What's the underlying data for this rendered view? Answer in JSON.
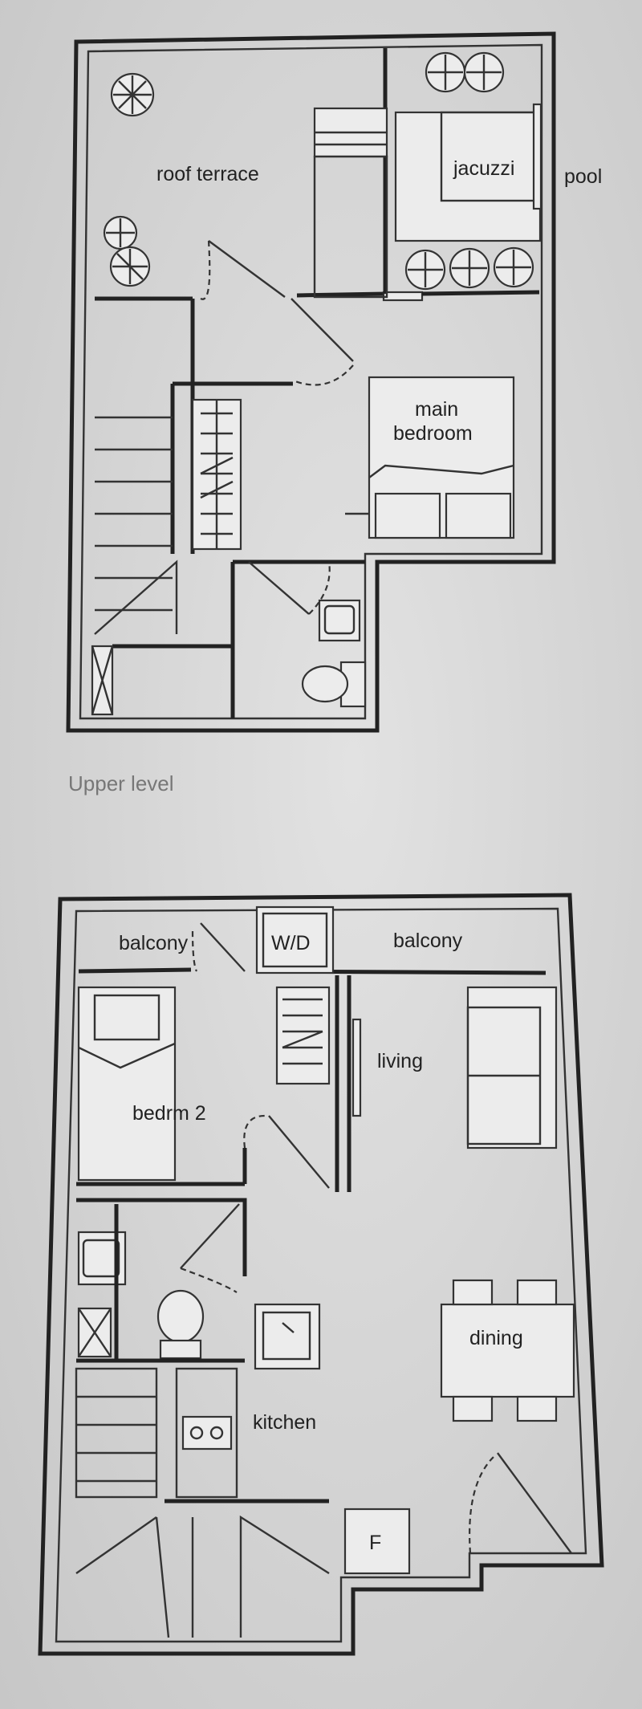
{
  "upper_level": {
    "caption": "Upper level",
    "rooms": {
      "roof_terrace": "roof terrace",
      "jacuzzi": "jacuzzi",
      "pool": "pool",
      "main_bedroom_line1": "main",
      "main_bedroom_line2": "bedroom"
    }
  },
  "lower_level": {
    "rooms": {
      "balcony_left": "balcony",
      "washer_dryer": "W/D",
      "balcony_right": "balcony",
      "living": "living",
      "bedroom_2": "bedrm 2",
      "dining": "dining",
      "kitchen": "kitchen",
      "fridge": "F"
    }
  }
}
